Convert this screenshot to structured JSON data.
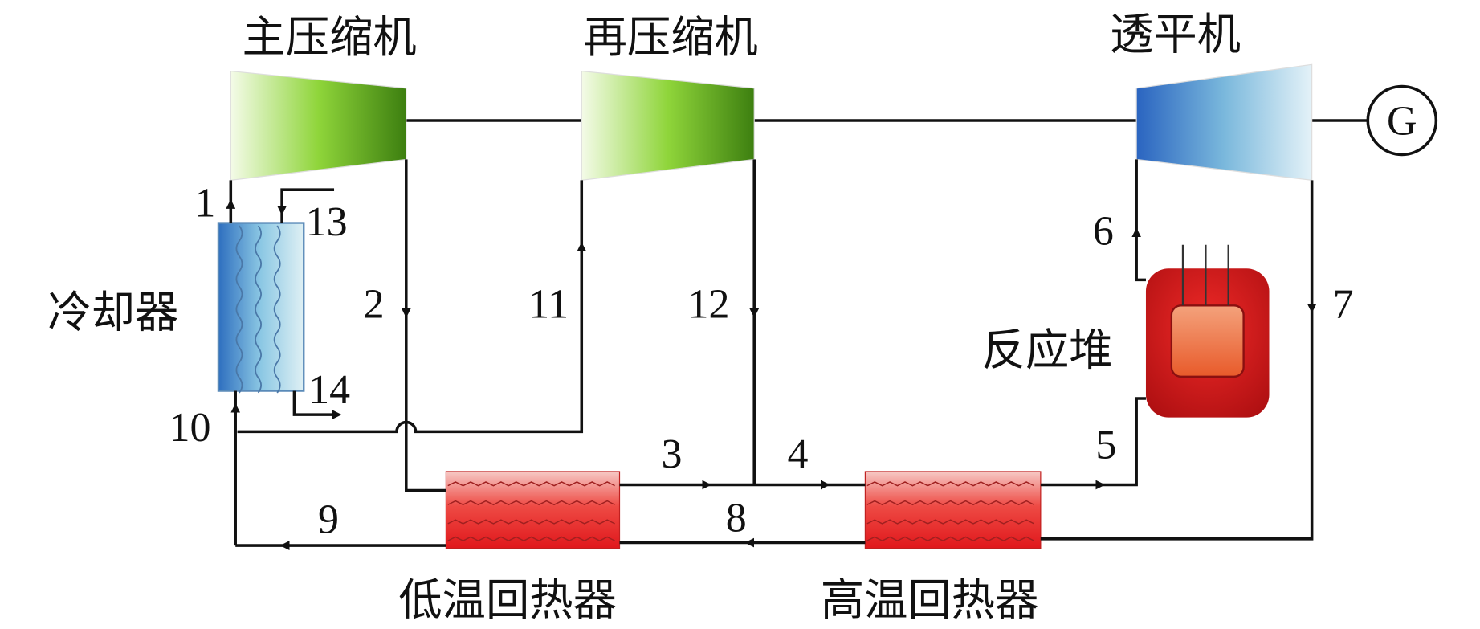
{
  "components": {
    "main_compressor": "主压缩机",
    "recompressor": "再压缩机",
    "turbine": "透平机",
    "generator": "G",
    "cooler": "冷却器",
    "reactor": "反应堆",
    "low_temp_recuperator": "低温回热器",
    "high_temp_recuperator": "高温回热器"
  },
  "state_points": [
    "1",
    "2",
    "3",
    "4",
    "5",
    "6",
    "7",
    "8",
    "9",
    "10",
    "11",
    "12",
    "13",
    "14"
  ],
  "colors": {
    "compressor": "#3f8a10",
    "turbine": "#2f6fc0",
    "reactor": "#d8161a",
    "recuperator": "#e8262a",
    "cooler": "#3a7cc4"
  }
}
